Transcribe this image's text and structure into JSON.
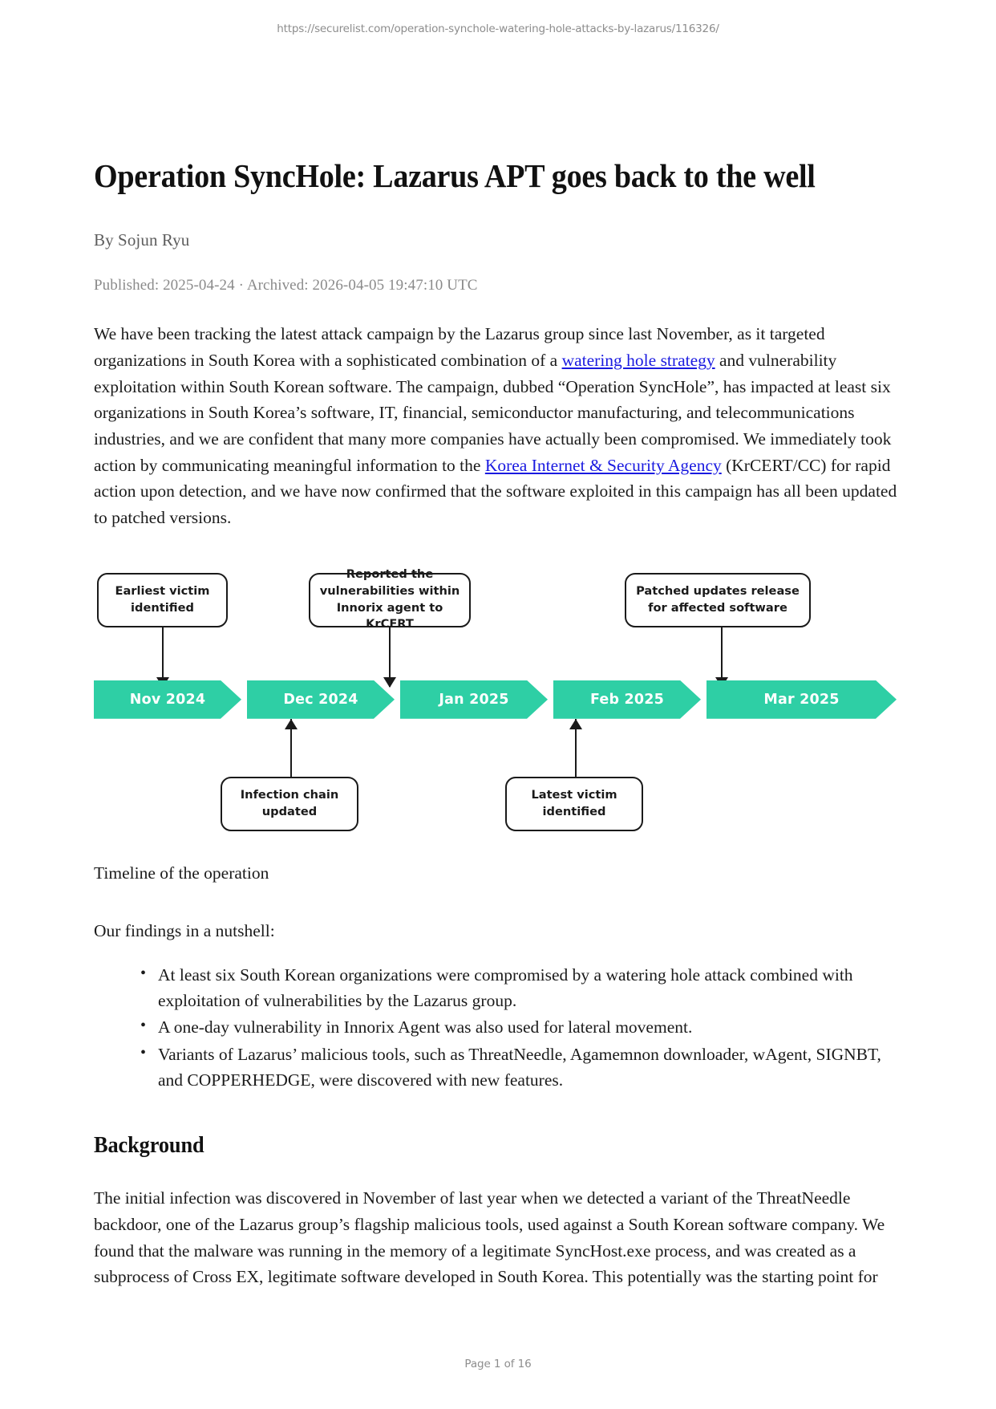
{
  "header": {
    "url": "https://securelist.com/operation-synchole-watering-hole-attacks-by-lazarus/116326/"
  },
  "article": {
    "title": "Operation SyncHole: Lazarus APT goes back to the well",
    "byline": "By Sojun Ryu",
    "published_archived": "Published: 2025-04-24 · Archived: 2026-04-05 19:47:10 UTC",
    "paragraph_1": {
      "part_1": "We have been tracking the latest attack campaign by the Lazarus group since last November, as it targeted organizations in South Korea with a sophisticated combination of a ",
      "link_1": "watering hole strategy",
      "part_2": " and vulnerability exploitation within South Korean software. The campaign, dubbed “Operation SyncHole”, has impacted at least six organizations in South Korea’s software, IT, financial, semiconductor manufacturing, and telecommunications industries, and we are confident that many more companies have actually been compromised. We immediately took action by communicating meaningful information to the ",
      "link_2": "Korea Internet & Security Agency",
      "part_3": " (KrCERT/CC) for rapid action upon detection, and we have now confirmed that the software exploited in this campaign has all been updated to patched versions."
    },
    "figure_caption": "Timeline of the operation",
    "nutshell_intro": "Our findings in a nutshell:",
    "findings": [
      "At least six South Korean organizations were compromised by a watering hole attack combined with exploitation of vulnerabilities by the Lazarus group.",
      "A one-day vulnerability in Innorix Agent was also used for lateral movement.",
      "Variants of Lazarus’ malicious tools, such as ThreatNeedle, Agamemnon downloader, wAgent, SIGNBT, and COPPERHEDGE, were discovered with new features."
    ],
    "background_heading": "Background",
    "paragraph_2": "The initial infection was discovered in November of last year when we detected a variant of the ThreatNeedle backdoor, one of the Lazarus group’s flagship malicious tools, used against a South Korean software company. We found that the malware was running in the memory of a legitimate SyncHost.exe process, and was created as a subprocess of Cross EX, legitimate software developed in South Korea. This potentially was the starting point for"
  },
  "timeline": {
    "accent_color": "#2ecfa5",
    "months": [
      "Nov 2024",
      "Dec 2024",
      "Jan 2025",
      "Feb 2025",
      "Mar 2025"
    ],
    "callouts_above": [
      {
        "text": "Earliest victim identified",
        "month": "Nov 2024"
      },
      {
        "text": "Reported the vulnerabilities within Innorix agent to KrCERT",
        "month": "Jan 2025"
      },
      {
        "text": "Patched updates release for affected software",
        "month": "Mar 2025"
      }
    ],
    "callouts_below": [
      {
        "text": "Infection chain updated",
        "month": "Dec 2024"
      },
      {
        "text": "Latest victim identified",
        "month": "Feb 2025"
      }
    ]
  },
  "footer": {
    "page_label": "Page 1 of 16"
  }
}
